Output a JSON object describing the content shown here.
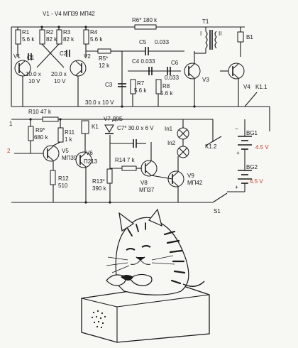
{
  "schematic": {
    "header": "V1 - V4 МП39 МП42",
    "r1": "R1",
    "r1v": "5.6 k",
    "r2": "R2",
    "r2v": "82 k",
    "r3": "R3",
    "r3v": "82 k",
    "r4": "R4",
    "r4v": "5.6 k",
    "r5": "R5*",
    "r5v": "12 k",
    "r6": "R6* 180 k",
    "c1": "C1",
    "c2": "C2",
    "c3": "C3",
    "c1v": "10.0 x",
    "c1v2": "10 V",
    "c2v": "20.0 x",
    "c2v2": "10 V",
    "c3v": "30.0 x 10 V",
    "c4": "C4 0.033",
    "c5": "C5",
    "c5v": "0.033",
    "c6": "C6",
    "c6v": "0.033",
    "r7": "R7",
    "r7v": "5.6 k",
    "r8": "R8",
    "r8v": "5.6 k",
    "v1": "V1",
    "v2": "V2",
    "v3": "V3",
    "v4": "V4",
    "t1": "T1",
    "t1a": "I",
    "t1b": "II",
    "b1": "B1",
    "k11": "K1.1",
    "r10": "R10 47 k",
    "r9": "R9*",
    "r9v": "680 k",
    "r11": "R11",
    "r11v": "1 k",
    "r12": "R12",
    "r12v": "510",
    "k1": "K1",
    "v5": "V5",
    "v5v": "МП39",
    "v6": "V6",
    "v6v": "П213",
    "v7": "V7 Д9Б",
    "c7": "C7* 30.0 x 6 V",
    "r14": "R14 7 k",
    "r13": "R13*",
    "r13v": "390 k",
    "v8": "V8",
    "v8v": "МП37",
    "v9": "V9",
    "v9v": "МП42",
    "in1": "In1",
    "in2": "In2",
    "k12": "K1.2",
    "bg1": "BG1",
    "bg1v": "4.5 V",
    "bg2": "BG2",
    "bg2v": "4.5 V",
    "s1": "S1",
    "n1": "1",
    "n2": "2",
    "minus": "−",
    "plus": "+"
  },
  "colors": {
    "ink": "#1a1a1a",
    "accent": "#c0392b",
    "paper": "#f7f7f4"
  },
  "illustration": {
    "subject": "kitten-on-box"
  }
}
